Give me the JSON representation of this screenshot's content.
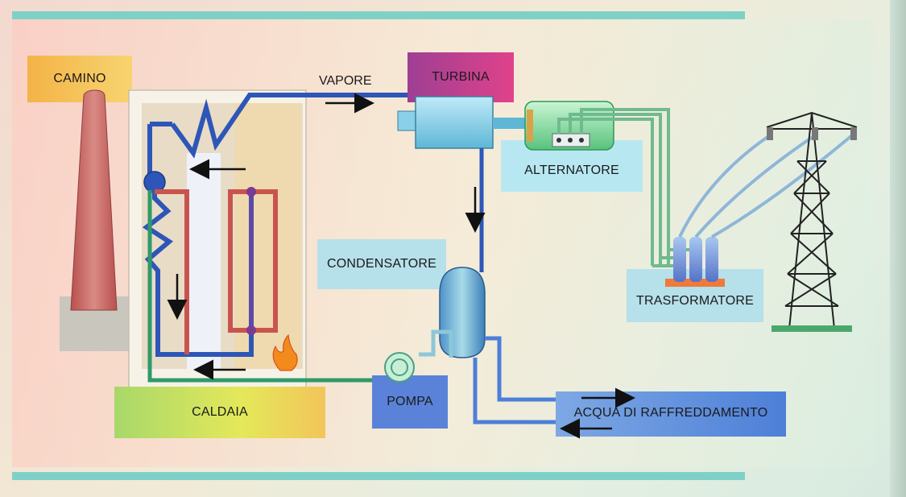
{
  "labels": {
    "camino": "CAMINO",
    "vapore": "VAPORE",
    "turbina": "TURBINA",
    "alternatore": "ALTERNATORE",
    "condensatore": "CONDENSATORE",
    "trasformatore": "TRASFORMATORE",
    "caldaia": "CALDAIA",
    "pompa": "POMPA",
    "acqua": "ACQUA DI RAFFREDDAMENTO"
  },
  "colors": {
    "steam_pipe": "#2d56b8",
    "hot_pipe": "#d0553a",
    "return_pipe": "#2f9a6a",
    "chimney": "#c76a66",
    "turbine": "#8fd3ee",
    "alternator": "#8fe0a8",
    "band": "#7fd1c8"
  }
}
